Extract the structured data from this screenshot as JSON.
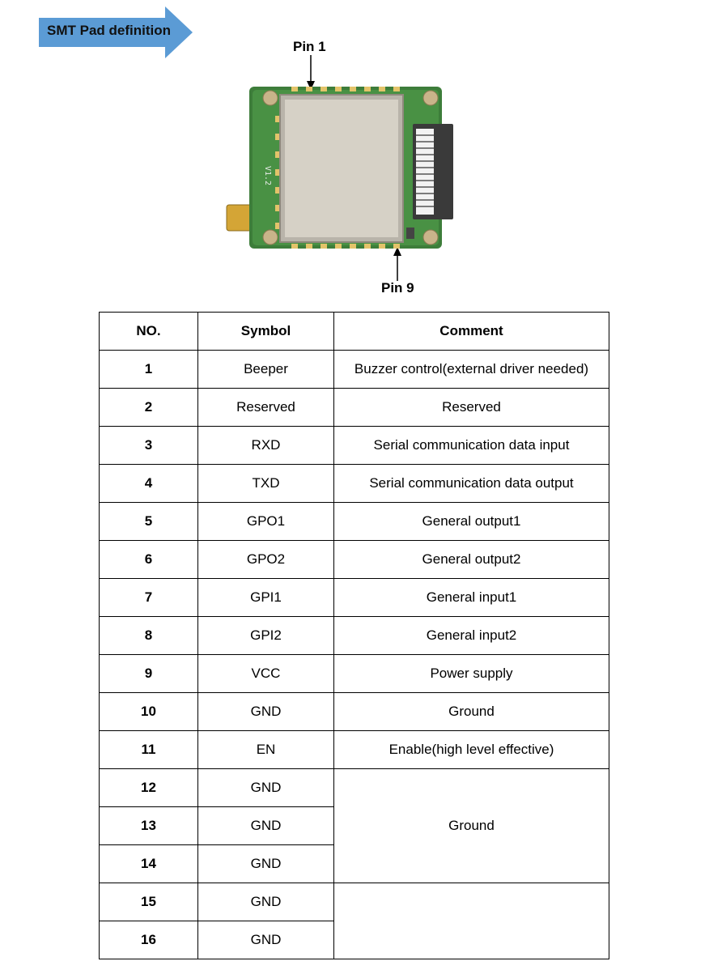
{
  "banner": {
    "text": "SMT Pad definition",
    "color": "#5b9bd5"
  },
  "pins": {
    "pin1_label": "Pin 1",
    "pin9_label": "Pin 9"
  },
  "module": {
    "silkscreen": "V1.2"
  },
  "table": {
    "headers": [
      "NO.",
      "Symbol",
      "Comment"
    ],
    "rows": [
      {
        "no": "1",
        "symbol": "Beeper",
        "comment": "Buzzer control(external driver needed)"
      },
      {
        "no": "2",
        "symbol": "Reserved",
        "comment": "Reserved"
      },
      {
        "no": "3",
        "symbol": "RXD",
        "comment": "Serial communication data input"
      },
      {
        "no": "4",
        "symbol": "TXD",
        "comment": "Serial communication data output"
      },
      {
        "no": "5",
        "symbol": "GPO1",
        "comment": "General output1"
      },
      {
        "no": "6",
        "symbol": "GPO2",
        "comment": "General output2"
      },
      {
        "no": "7",
        "symbol": "GPI1",
        "comment": "General input1"
      },
      {
        "no": "8",
        "symbol": "GPI2",
        "comment": "General input2"
      },
      {
        "no": "9",
        "symbol": "VCC",
        "comment": "Power supply"
      },
      {
        "no": "10",
        "symbol": "GND",
        "comment": "Ground"
      },
      {
        "no": "11",
        "symbol": "EN",
        "comment": "Enable(high level effective)"
      },
      {
        "no": "12",
        "symbol": "GND",
        "comment": "Ground"
      },
      {
        "no": "13",
        "symbol": "GND"
      },
      {
        "no": "14",
        "symbol": "GND"
      },
      {
        "no": "15",
        "symbol": "GND",
        "comment": ""
      },
      {
        "no": "16",
        "symbol": "GND"
      }
    ]
  }
}
